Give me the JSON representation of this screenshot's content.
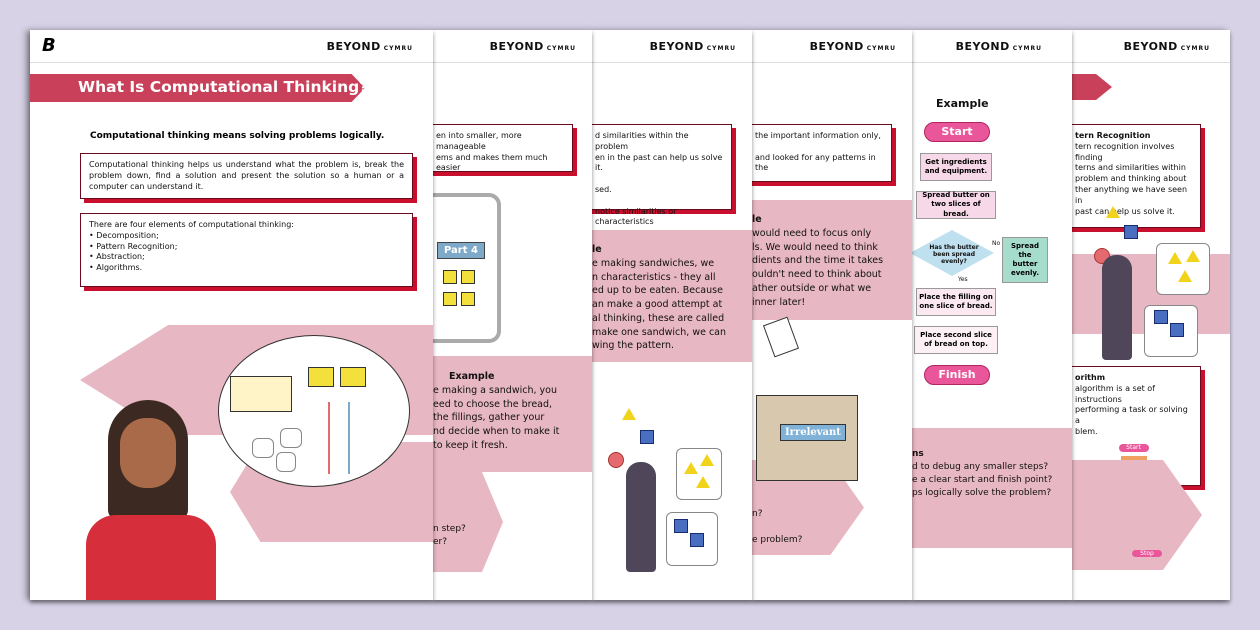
{
  "brand": {
    "name": "BEYOND",
    "sub": "CYMRU",
    "logo_letter": "B"
  },
  "page1": {
    "title": "What Is Computational Thinking?",
    "subtitle": "Computational thinking means solving problems logically.",
    "intro": "Computational thinking helps us understand what the problem is, break the problem down, find a solution and present the solution so a human or a computer can understand it.",
    "list_intro": "There are four elements of computational thinking:",
    "elements": [
      "Decomposition;",
      "Pattern Recognition;",
      "Abstraction;",
      "Algorithms."
    ]
  },
  "page2": {
    "box_lines": [
      "en into smaller, more manageable",
      "ems and makes them much easier"
    ],
    "part_label": "Part 4",
    "example_heading": "Example",
    "example_lines": [
      "e making a sandwich, you",
      "eed to choose the bread,",
      "the fillings, gather your",
      "nd decide when to make it",
      "to keep it fresh."
    ],
    "questions": [
      "n step?",
      "er?"
    ]
  },
  "page3": {
    "box_lines": [
      "d similarities within the problem",
      "en in the past can help us solve it.",
      "sed.",
      "notice similarities or characteristics"
    ],
    "example_heading": "le",
    "example_lines": [
      "e making sandwiches, we",
      "n characteristics - they all",
      "ed up to be eaten. Because",
      "an make a good attempt at",
      "al thinking, these are called",
      "make one sandwich, we can",
      "wing the pattern."
    ]
  },
  "page4": {
    "box_lines": [
      "the important information only,",
      "and looked for any patterns in the"
    ],
    "example_heading": "le",
    "example_lines": [
      "would need to focus only",
      "ls. We would need to think",
      "dients and the time it takes",
      "ouldn't need to think about",
      "ather outside or what we",
      "inner later!"
    ],
    "irrelevant_label": "Irrelevant",
    "questions": [
      "n?",
      "e problem?"
    ]
  },
  "page5": {
    "example_heading": "Example",
    "flow": {
      "start": "Start",
      "steps": [
        "Get ingredients and equipment.",
        "Spread butter on two slices of bread."
      ],
      "decision": "Has the butter been spread evenly?",
      "no_label": "No",
      "yes_label": "Yes",
      "no_action": "Spread the butter evenly.",
      "after": [
        "Place the filling on one slice of bread.",
        "Place second slice of bread on top."
      ],
      "finish": "Finish"
    },
    "questions_heading": "ns",
    "questions": [
      "d to debug any smaller steps?",
      "e a clear start and finish point?",
      "ps logically solve the problem?"
    ]
  },
  "page6": {
    "pattern_heading": "tern Recognition",
    "pattern_lines": [
      "tern recognition involves finding",
      "terns and similarities within",
      "problem and thinking about",
      "ther anything we have seen in",
      "past can help us solve it."
    ],
    "algorithm_heading": "orithm",
    "algorithm_lines": [
      "algorithm is a set of instructions",
      "performing a task or solving a",
      "blem."
    ],
    "mini_start": "Start",
    "mini_stop": "Stop"
  },
  "colors": {
    "background": "#d8d2e7",
    "accent": "#c8405a",
    "band": "#e7b7c3",
    "box_shadow": "#c8102e",
    "terminal": "#e9579a"
  }
}
